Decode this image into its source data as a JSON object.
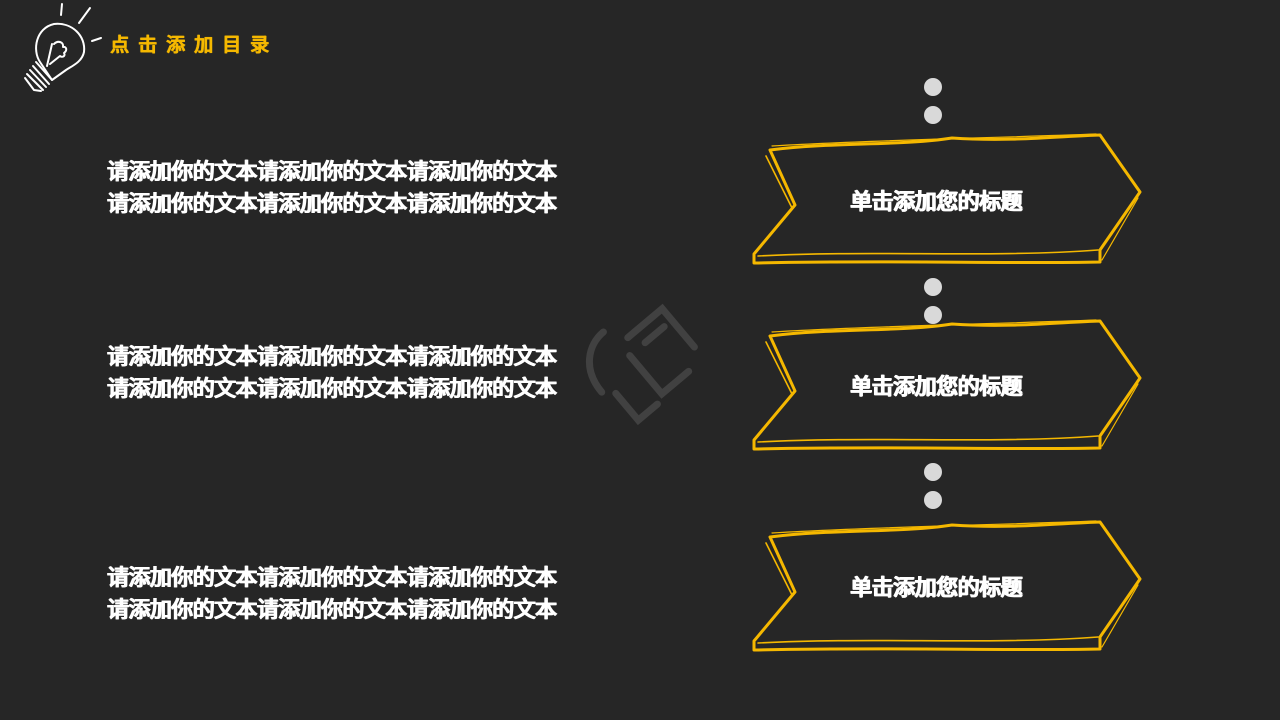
{
  "header": {
    "title": "点击添加目录",
    "icon": "lightbulb-icon"
  },
  "colors": {
    "background": "#262626",
    "accent": "#f5b800",
    "dot": "#d9d9d9",
    "text": "#ffffff"
  },
  "items": [
    {
      "lines": [
        "请添加你的文本请添加你的文本请添加你的文本",
        "请添加你的文本请添加你的文本请添加你的文本"
      ],
      "arrow_label": "单击添加您的标题"
    },
    {
      "lines": [
        "请添加你的文本请添加你的文本请添加你的文本",
        "请添加你的文本请添加你的文本请添加你的文本"
      ],
      "arrow_label": "单击添加您的标题"
    },
    {
      "lines": [
        "请添加你的文本请添加你的文本请添加你的文本",
        "请添加你的文本请添加你的文本请添加你的文本"
      ],
      "arrow_label": "单击添加您的标题"
    }
  ],
  "connector_dots": 6
}
